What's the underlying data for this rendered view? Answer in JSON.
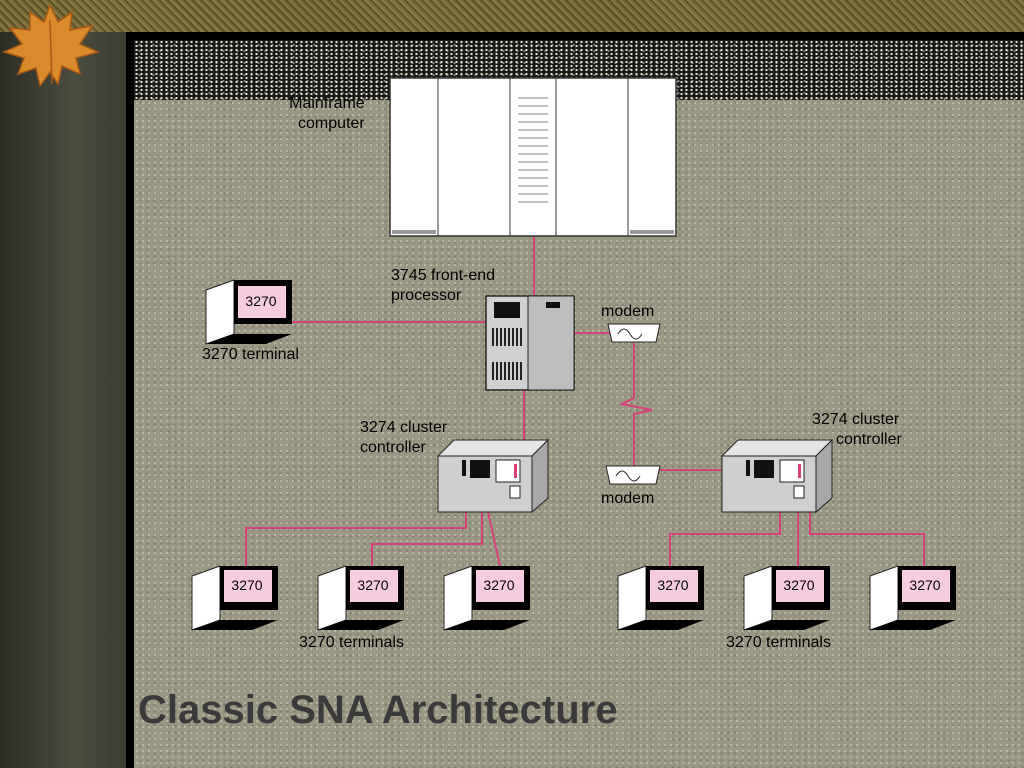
{
  "slide": {
    "title": "Classic SNA Architecture"
  },
  "diagram": {
    "mainframe_label": [
      "Mainframe",
      "computer"
    ],
    "fep_label": [
      "3745 front-end",
      "processor"
    ],
    "single_terminal_label": "3270 terminal",
    "modem_top_label": "modem",
    "modem_bottom_label": "modem",
    "cluster_left_label": [
      "3274 cluster",
      "controller"
    ],
    "cluster_right_label": [
      "3274 cluster",
      "controller"
    ],
    "terminals_left_label": "3270 terminals",
    "terminals_right_label": "3270 terminals",
    "terminal_screen_text": "3270",
    "link_color": "#d8407a"
  }
}
